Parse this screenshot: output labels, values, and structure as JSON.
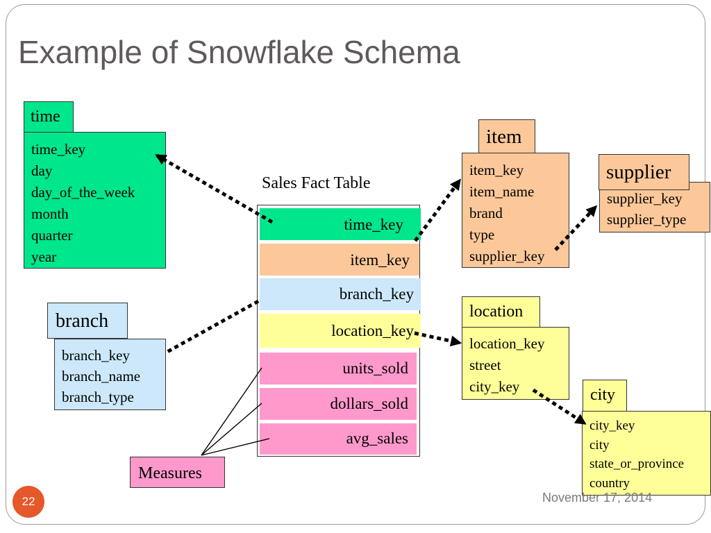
{
  "title": "Example of Snowflake Schema",
  "fact_table": {
    "caption": "Sales Fact Table",
    "keys": [
      "time_key",
      "item_key",
      "branch_key",
      "location_key"
    ],
    "measures": [
      "units_sold",
      "dollars_sold",
      "avg_sales"
    ]
  },
  "measures_label": "Measures",
  "dimensions": {
    "time": {
      "name": "time",
      "attributes": [
        "time_key",
        "day",
        "day_of_the_week",
        "month",
        "quarter",
        "year"
      ]
    },
    "branch": {
      "name": "branch",
      "attributes": [
        "branch_key",
        "branch_name",
        "branch_type"
      ]
    },
    "item": {
      "name": "item",
      "attributes": [
        "item_key",
        "item_name",
        "brand",
        "type",
        "supplier_key"
      ]
    },
    "supplier": {
      "name": "supplier",
      "attributes": [
        "supplier_key",
        "supplier_type"
      ]
    },
    "location": {
      "name": "location",
      "attributes": [
        "location_key",
        "street",
        "city_key"
      ]
    },
    "city": {
      "name": "city",
      "attributes": [
        "city_key",
        "city",
        "state_or_province",
        "country"
      ]
    }
  },
  "colors": {
    "time": "#00e68c",
    "item": "#fcc89a",
    "branch": "#cce8fa",
    "location": "#ffff99",
    "measures": "#ff99cc",
    "page_badge": "#e4582a"
  },
  "footer": {
    "date": "November 17, 2014",
    "page_number": "22"
  }
}
